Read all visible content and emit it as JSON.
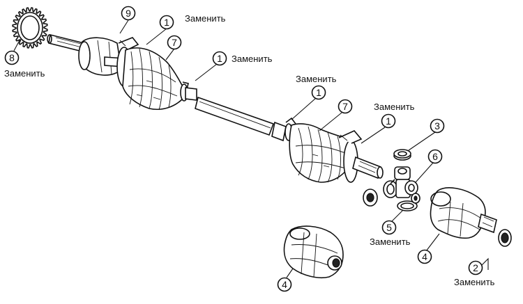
{
  "diagram": {
    "callouts": [
      {
        "id": "9",
        "number": "9",
        "note": ""
      },
      {
        "id": "1a",
        "number": "1",
        "note": "Заменить"
      },
      {
        "id": "8",
        "number": "8",
        "note": "Заменить"
      },
      {
        "id": "7a",
        "number": "7",
        "note": ""
      },
      {
        "id": "1b",
        "number": "1",
        "note": "Заменить"
      },
      {
        "id": "1c",
        "number": "1",
        "note": "Заменить"
      },
      {
        "id": "7b",
        "number": "7",
        "note": ""
      },
      {
        "id": "1d",
        "number": "1",
        "note": "Заменить"
      },
      {
        "id": "3",
        "number": "3",
        "note": ""
      },
      {
        "id": "6",
        "number": "6",
        "note": ""
      },
      {
        "id": "5",
        "number": "5",
        "note": "Заменить"
      },
      {
        "id": "4a",
        "number": "4",
        "note": ""
      },
      {
        "id": "4b",
        "number": "4",
        "note": ""
      },
      {
        "id": "2",
        "number": "2",
        "note": "Заменить"
      }
    ]
  }
}
